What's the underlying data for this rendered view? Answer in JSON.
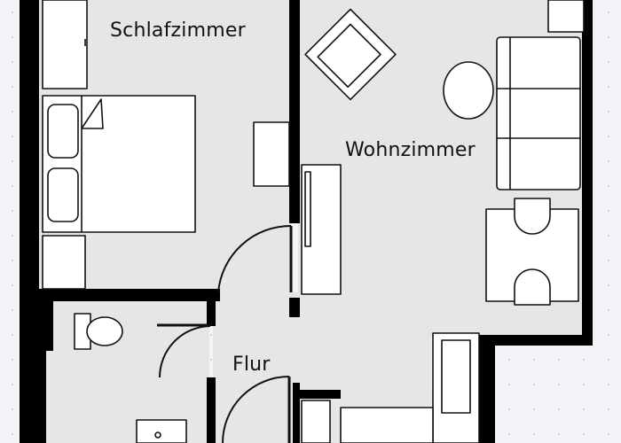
{
  "floorplan": {
    "rooms": [
      {
        "id": "schlafzimmer",
        "label": "Schlafzimmer"
      },
      {
        "id": "wohnzimmer",
        "label": "Wohnzimmer"
      },
      {
        "id": "flur",
        "label": "Flur"
      }
    ]
  },
  "colors": {
    "floor": "#e6e6e6",
    "wall": "#000000",
    "furniture": "#ffffff",
    "background": "#f2f4f8"
  }
}
